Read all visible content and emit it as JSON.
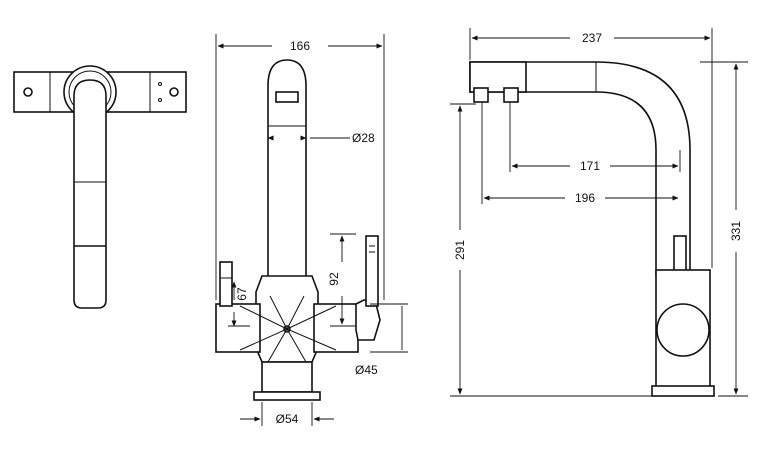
{
  "dimensions": {
    "top_width": "166",
    "spout_diameter": "Ø28",
    "lever_height": "67",
    "body_height": "92",
    "body_diameter": "Ø45",
    "base_diameter": "Ø54",
    "overall_width": "237",
    "spout_reach_inner": "171",
    "spout_reach_outer": "196",
    "spout_height": "291",
    "overall_height": "331"
  }
}
